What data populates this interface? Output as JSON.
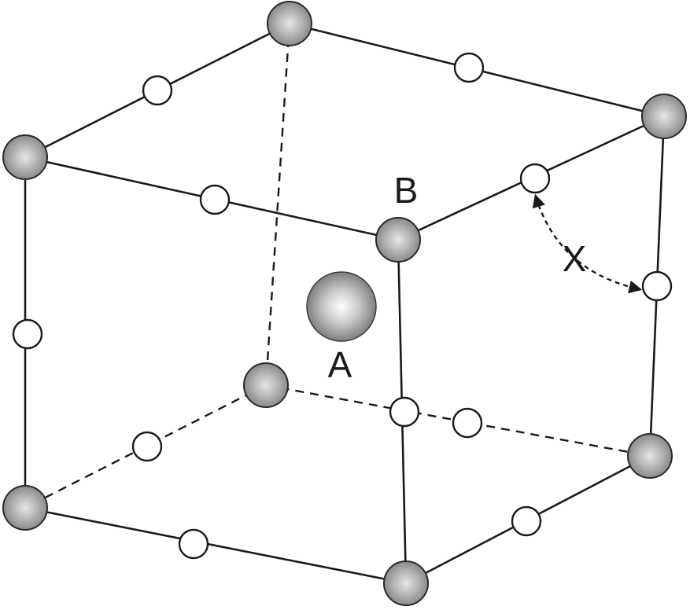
{
  "labels": {
    "a": "A",
    "b": "B",
    "x": "X"
  },
  "colors": {
    "line": "#1a1a1a",
    "corner_light": "#e6e6e6",
    "corner_dark": "#8a8a8a",
    "center_light": "#ffffff",
    "center_dark": "#7f7f7f",
    "small_fill": "#ffffff"
  }
}
